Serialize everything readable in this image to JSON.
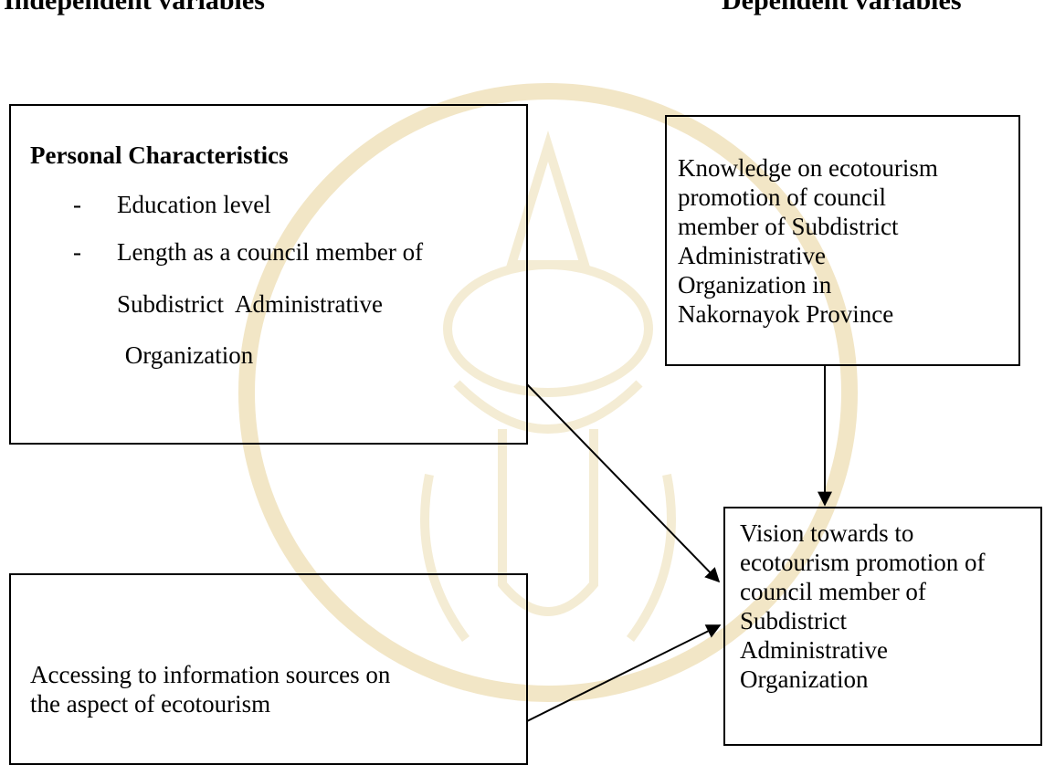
{
  "headers": {
    "left": "Independent variables",
    "right": "Dependent variables"
  },
  "personal": {
    "title": "Personal Characteristics",
    "items": [
      [
        "Education level"
      ],
      [
        "Length as a council member of",
        "Subdistrict  Administrative",
        " Organization"
      ]
    ]
  },
  "knowledge": {
    "lines": [
      "Knowledge on ecotourism",
      "promotion of council",
      "member of Subdistrict",
      "Administrative",
      "Organization in",
      "Nakornayok Province"
    ]
  },
  "info": {
    "lines": [
      "Accessing to information sources on",
      "the aspect of ecotourism"
    ]
  },
  "vision": {
    "lines": [
      "Vision towards to",
      "ecotourism promotion of",
      "council member of",
      "Subdistrict",
      "Administrative",
      "Organization"
    ]
  },
  "bullet_symbol": "-",
  "colors": {
    "line": "#000000",
    "watermark": "#f2e7c9"
  }
}
